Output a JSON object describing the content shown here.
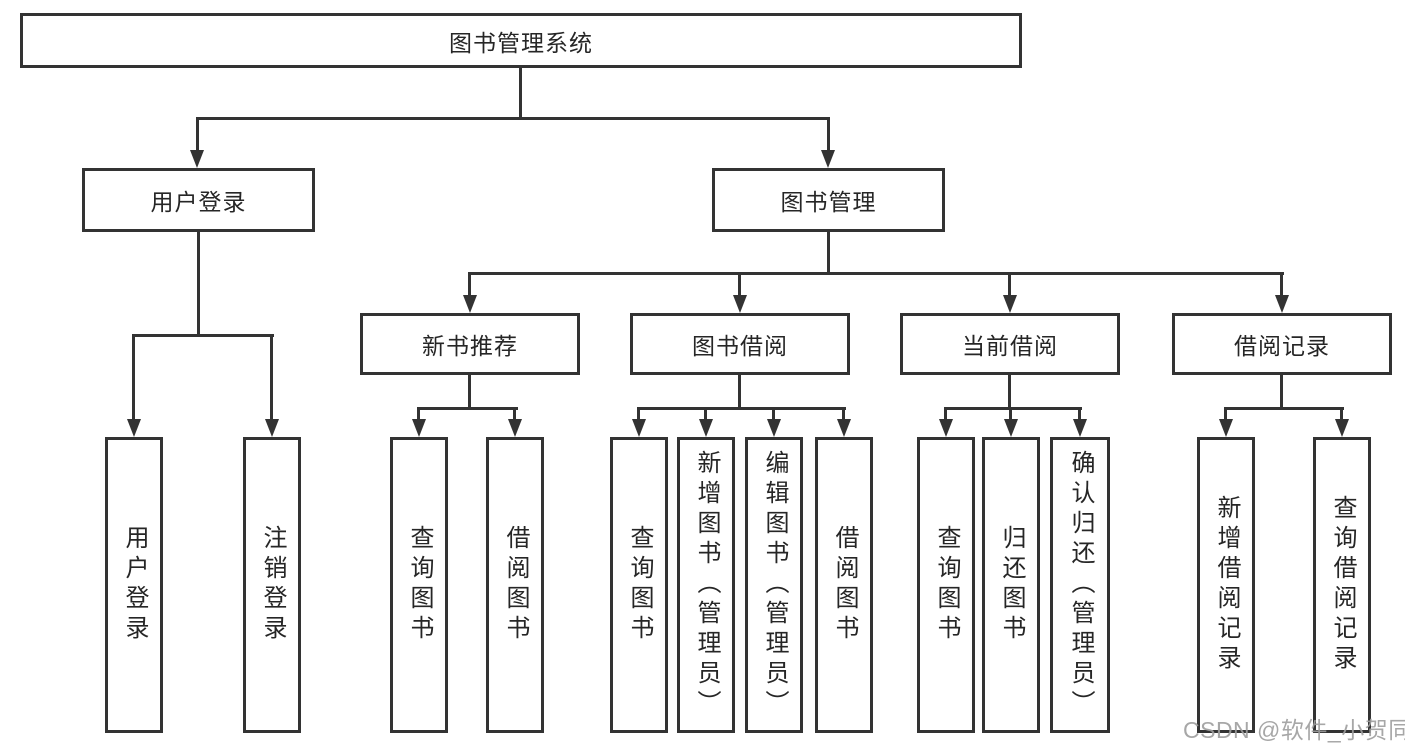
{
  "diagram": {
    "root": {
      "label": "图书管理系统"
    },
    "level2": [
      {
        "label": "用户登录"
      },
      {
        "label": "图书管理"
      }
    ],
    "level3": [
      {
        "label": "新书推荐"
      },
      {
        "label": "图书借阅"
      },
      {
        "label": "当前借阅"
      },
      {
        "label": "借阅记录"
      }
    ],
    "leaves": {
      "user_login": [
        "用户登录",
        "注销登录"
      ],
      "new_books": [
        "查询图书",
        "借阅图书"
      ],
      "book_borrow": [
        "查询图书",
        "新增图书（管理员）",
        "编辑图书（管理员）",
        "借阅图书"
      ],
      "current_borrow": [
        "查询图书",
        "归还图书",
        "确认归还（管理员）"
      ],
      "borrow_records": [
        "新增借阅记录",
        "查询借阅记录"
      ]
    }
  },
  "watermark": {
    "text": "CSDN @软件_小贺同学",
    "color": "#9e9e9e"
  },
  "colors": {
    "line": "#333333",
    "background": "#ffffff",
    "text": "#262626"
  }
}
